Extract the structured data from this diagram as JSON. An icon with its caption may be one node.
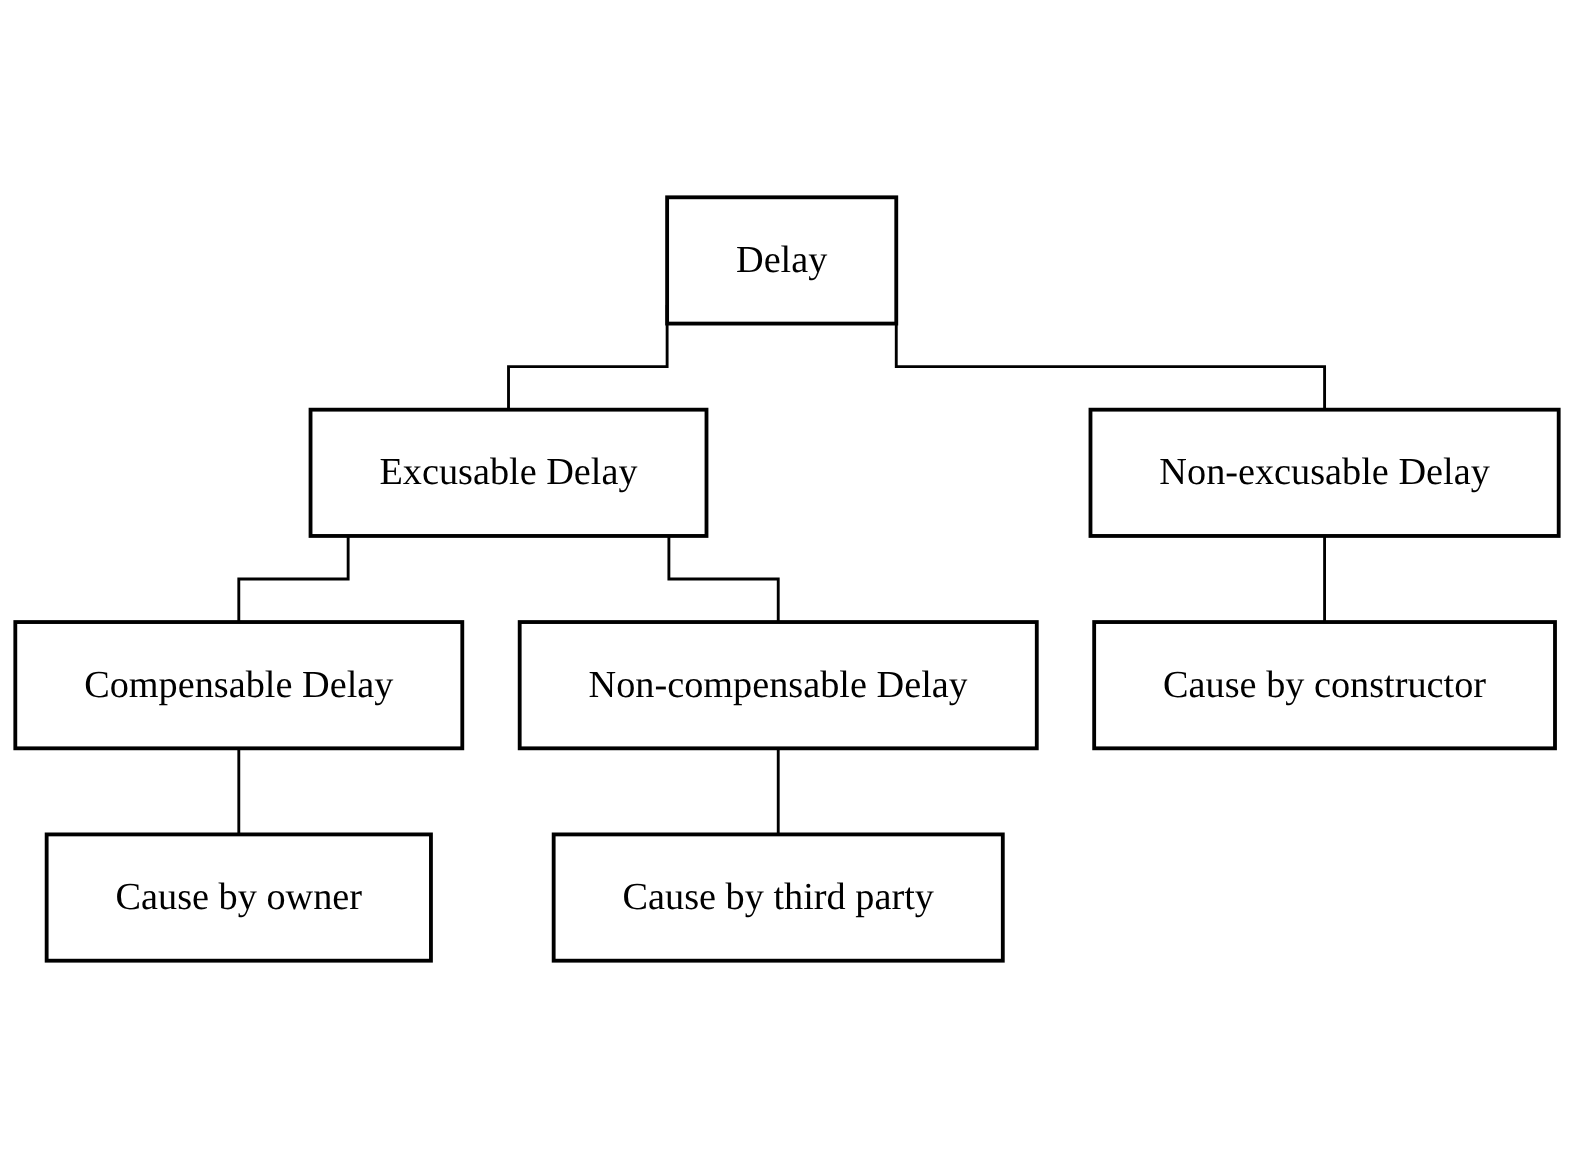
{
  "diagram": {
    "nodes": [
      {
        "text": [
          "Delay"
        ]
      },
      {
        "text": [
          "Excusable Delay"
        ]
      },
      {
        "text": [
          "Non-excusable Delay"
        ]
      },
      {
        "text": [
          "Compensable Delay"
        ]
      },
      {
        "text": [
          "Non-compensable Delay"
        ]
      },
      {
        "text": [
          "Cause by constructor"
        ]
      },
      {
        "text": [
          "Cause by owner"
        ]
      },
      {
        "text": [
          "Cause by third party"
        ]
      }
    ],
    "edges": [
      {
        "from": 0,
        "to": 1,
        "arrow": "none"
      },
      {
        "from": 0,
        "to": 2,
        "arrow": "none"
      },
      {
        "from": 1,
        "to": 3,
        "arrow": "none"
      },
      {
        "from": 1,
        "to": 4,
        "arrow": "none"
      },
      {
        "from": 2,
        "to": 5,
        "arrow": "none"
      },
      {
        "from": 3,
        "to": 6,
        "arrow": "none"
      },
      {
        "from": 4,
        "to": 7,
        "arrow": "none"
      }
    ]
  }
}
